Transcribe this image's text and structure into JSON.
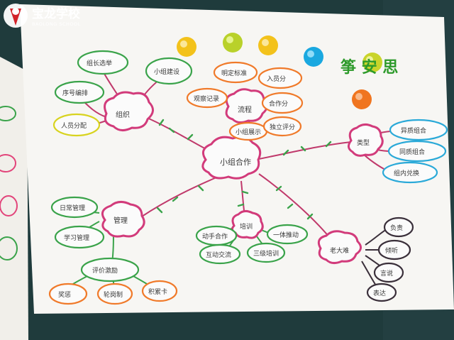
{
  "watermark": {
    "name_cn": "宝龙学校",
    "name_en": "BAOLONG SCHOOL"
  },
  "poster": {
    "title": "筝 安 思",
    "center": "小组合作",
    "branches": [
      {
        "label": "组织",
        "children": [
          "组长选举",
          "小组建设",
          "序号编排",
          "人员分配"
        ]
      },
      {
        "label": "流程",
        "children": [
          "明定标准",
          "入员分",
          "合作分",
          "观察记录",
          "小组展示",
          "独立评分"
        ]
      },
      {
        "label": "类型",
        "children": [
          "异质组合",
          "同质组合",
          "组内兑换"
        ]
      },
      {
        "label": "管理",
        "children": [
          "日常管理",
          "学习管理",
          "评价激励",
          "奖惩",
          "轮岗制",
          "积累卡"
        ]
      },
      {
        "label": "培训",
        "children": [
          "动手合作",
          "互动交流",
          "一体推动",
          "三级培训"
        ]
      },
      {
        "label": "老大难",
        "children": [
          "负责",
          "倾听",
          "言说",
          "表达"
        ]
      }
    ]
  },
  "colors": {
    "background": "#1f3b3c",
    "paper": "#f7f6f3",
    "branch_line": "#c0396b",
    "leaf": "#3aa34a"
  }
}
